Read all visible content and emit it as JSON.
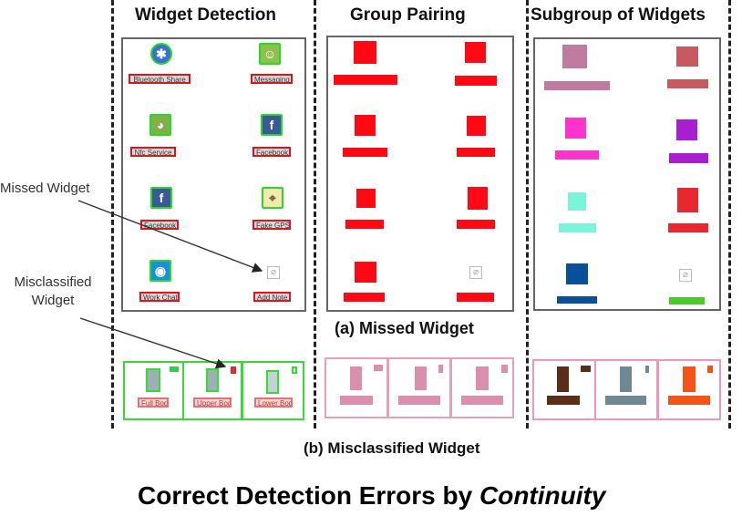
{
  "columns": {
    "detection": {
      "title": "Widget Detection"
    },
    "pairing": {
      "title": "Group Pairing"
    },
    "subgroup": {
      "title": "Subgroup of Widgets"
    }
  },
  "annotations": {
    "missed": "Missed Widget",
    "misclassified_line1": "Misclassified",
    "misclassified_line2": "Widget"
  },
  "detection_widgets": [
    {
      "label": "Bluetooth Share",
      "icon": "bluetooth-icon",
      "color": "#3b6fd6",
      "detected": true
    },
    {
      "label": "Messaging",
      "icon": "messaging-icon",
      "color": "#8fbf4f",
      "detected": true
    },
    {
      "label": "Nfc Service",
      "icon": "android-icon",
      "color": "#7fb04a",
      "detected": true
    },
    {
      "label": "Facebook",
      "icon": "facebook-icon",
      "color": "#3b5998",
      "detected": true
    },
    {
      "label": "Facebook",
      "icon": "facebook-icon",
      "color": "#3b5998",
      "detected": true
    },
    {
      "label": "Fake GPS",
      "icon": "gps-icon",
      "color": "#c8a020",
      "detected": true
    },
    {
      "label": "Work Chat",
      "icon": "workchat-icon",
      "color": "#1d8de0",
      "detected": true
    },
    {
      "label": "Add Note",
      "icon": "note-edit-icon",
      "color": "#bbbbbb",
      "detected": false
    }
  ],
  "pairing_color": "#ff0a14",
  "subgroup_colors": [
    "#c27ba0",
    "#c75a5e",
    "#ff33cc",
    "#a81fcf",
    "#7af5dc",
    "#e8282e",
    "#08509a",
    "#bbbbbb"
  ],
  "subgroup_missing_bar_color": "#4cca2a",
  "misclassified": {
    "labels": [
      "Full Body",
      "Upper Body",
      "Lower Body"
    ],
    "pairing_color": "#db8fac",
    "subgroup_colors": [
      "#5a2d16",
      "#6f8893",
      "#f45418"
    ]
  },
  "captions": {
    "a": "(a) Missed Widget",
    "b": "(b) Misclassified Widget"
  },
  "title": {
    "prefix": "Correct Detection Errors by ",
    "emphasis": "Continuity"
  }
}
